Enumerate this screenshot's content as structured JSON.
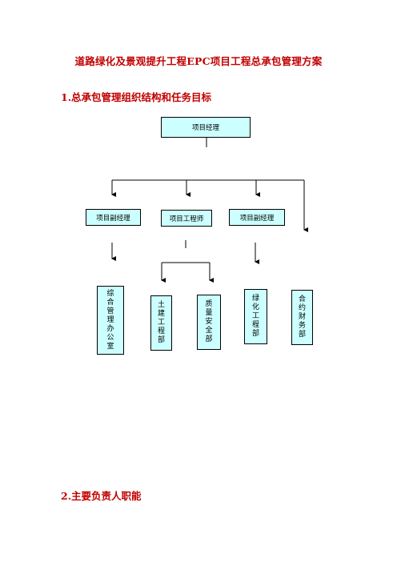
{
  "document": {
    "title": "道路绿化及景观提升工程EPC项目工程总承包管理方案",
    "section1": "1.总承包管理组织结构和任务目标",
    "section2": "2.主要负责人职能"
  },
  "org_chart": {
    "top": "项目经理",
    "middle": [
      "项目副经理",
      "项目工程师",
      "项目副经理"
    ],
    "departments": [
      "综合管理办公室",
      "土建工程部",
      "质量安全部",
      "绿化工程部",
      "合约财务部"
    ]
  }
}
